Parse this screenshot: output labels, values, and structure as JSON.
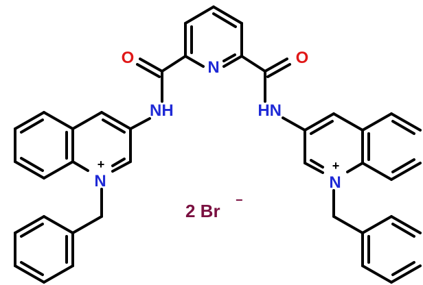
{
  "colors": {
    "bond": "#000000",
    "nitrogen": "#1f2ad6",
    "oxygen": "#e01818",
    "salt": "#7a1040"
  },
  "labels": {
    "n_pyridine": "N",
    "o_left": "O",
    "o_right": "O",
    "nh_left": "NH",
    "hn_right": "HN",
    "n_left_quinolinium": "N",
    "n_right_quinolinium": "N",
    "charge_left": "+",
    "charge_right": "+",
    "salt": "2 Br",
    "salt_charge": "−"
  }
}
